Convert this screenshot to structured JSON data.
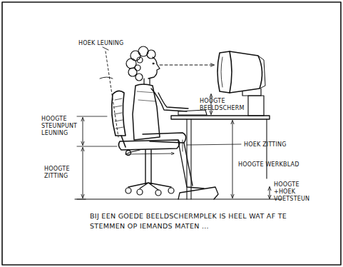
{
  "diagram": {
    "caption": "BIJ EEN GOEDE BEELDSCHERMPLEK IS HEEL WAT AF TE STEMMEN OP IEMANDS MATEN ...",
    "labels": [
      "HOEK LEUNING",
      "HOOGTE STEUNPUNT LEUNING",
      "HOOGTE ZITTING",
      "HOOGTE BEELDSCHERM",
      "HOEK ZITTING",
      "HOOGTE WERKBLAD",
      "HOOGTE +HOEK VOETSTEUN"
    ]
  }
}
